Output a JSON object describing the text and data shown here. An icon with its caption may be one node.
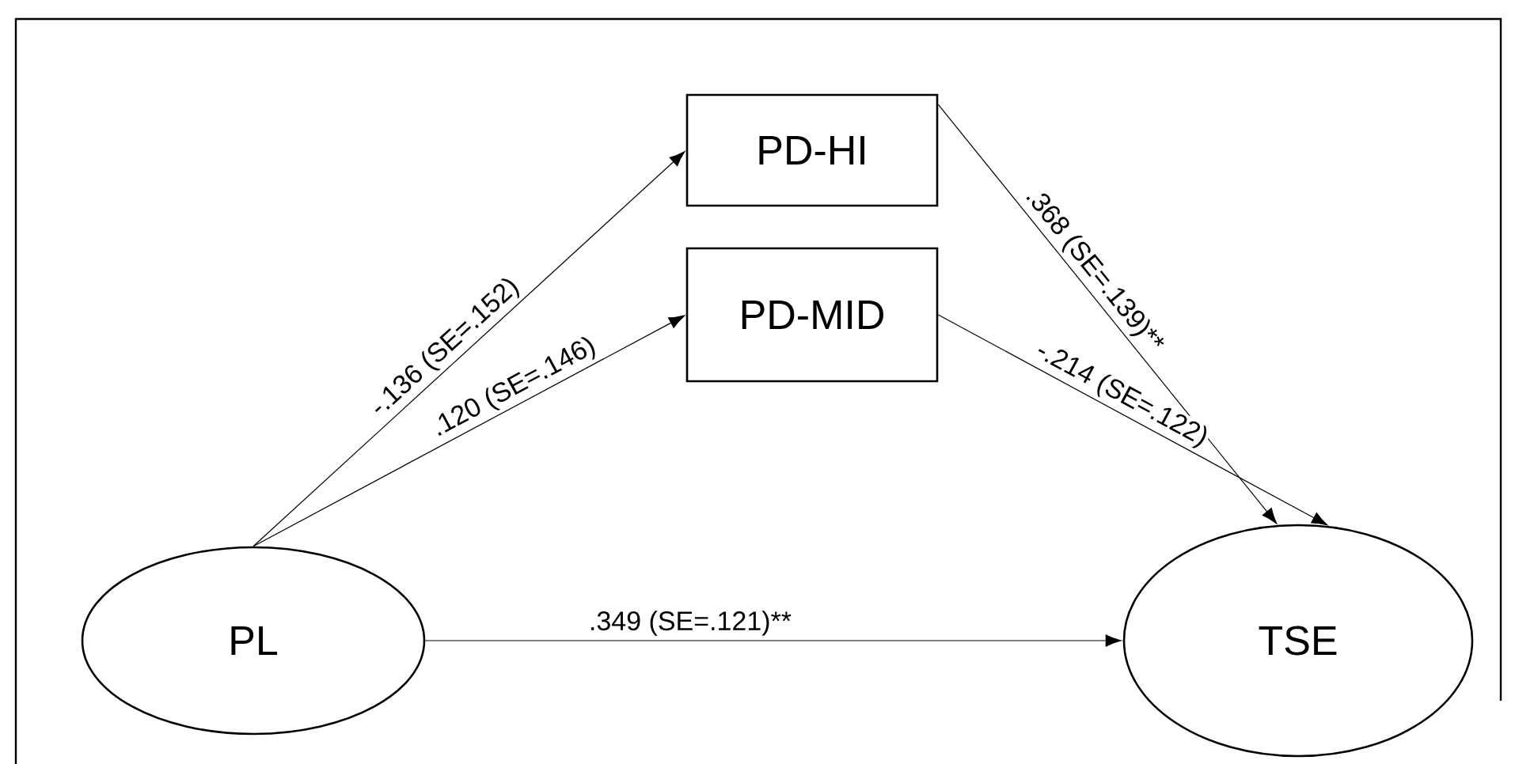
{
  "diagram": {
    "nodes": [
      {
        "text": [
          "PD-HI"
        ]
      },
      {
        "text": [
          "PD-MID"
        ]
      },
      {
        "text": [
          "PL"
        ]
      },
      {
        "text": [
          "TSE"
        ]
      }
    ],
    "edges": [
      {
        "from": 2,
        "to": 0,
        "arrow": "to",
        "label": "-.136 (SE=.152)"
      },
      {
        "from": 2,
        "to": 1,
        "arrow": "to",
        "label": ".120 (SE=.146)"
      },
      {
        "from": 0,
        "to": 3,
        "arrow": "to",
        "label": ".368 (SE=.139)**"
      },
      {
        "from": 1,
        "to": 3,
        "arrow": "to",
        "label": "-.214 (SE=.122)"
      },
      {
        "from": 2,
        "to": 3,
        "arrow": "to",
        "label": ".349 (SE=.121)**"
      }
    ]
  }
}
